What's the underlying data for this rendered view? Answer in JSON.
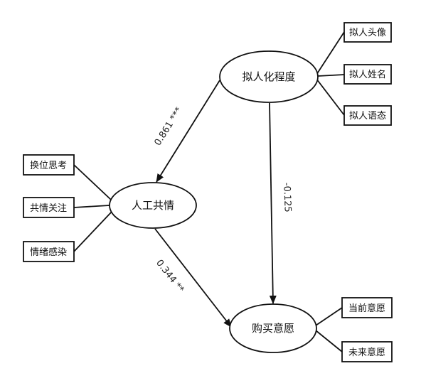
{
  "colors": {
    "stroke": "#111111",
    "background": "#ffffff"
  },
  "constructs": {
    "anthropomorphism": "拟人化程度",
    "empathy": "人工共情",
    "purchase_intention": "购买意愿"
  },
  "indicators": {
    "anthropomorphism": [
      "拟人头像",
      "拟人姓名",
      "拟人语态"
    ],
    "empathy": [
      "换位思考",
      "共情关注",
      "情绪感染"
    ],
    "purchase_intention": [
      "当前意愿",
      "未来意愿"
    ]
  },
  "paths": {
    "anthro_to_empathy": "0.861 ***",
    "anthro_to_purchase": "-0.125",
    "empathy_to_purchase": "0.344 **"
  }
}
